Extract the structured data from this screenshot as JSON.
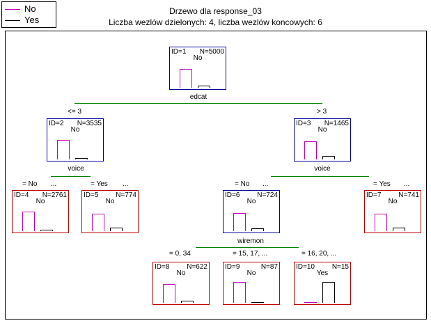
{
  "legend": {
    "items": [
      {
        "label": "No",
        "color": "#c000c0"
      },
      {
        "label": "Yes",
        "color": "#000000"
      }
    ]
  },
  "title": {
    "line1": "Drzewo dla response_03",
    "line2": "Liczba wezlów dzielonych: 4, liczba wezlów koncowych: 6"
  },
  "colors": {
    "split_node": "#0000a0",
    "terminal_node": "#c00000",
    "split_line": "#008000",
    "no_bar": "#c000c0",
    "yes_bar": "#000000"
  },
  "nodes": [
    {
      "id_label": "ID=1",
      "n_label": "N=5000",
      "pred": "No",
      "terminal": false,
      "no_frac": 0.9,
      "yes_frac": 0.1
    },
    {
      "id_label": "ID=2",
      "n_label": "N=3535",
      "pred": "No",
      "terminal": false,
      "no_frac": 0.92,
      "yes_frac": 0.08
    },
    {
      "id_label": "ID=3",
      "n_label": "N=1465",
      "pred": "No",
      "terminal": false,
      "no_frac": 0.85,
      "yes_frac": 0.15
    },
    {
      "id_label": "ID=4",
      "n_label": "N=2761",
      "pred": "No",
      "terminal": true,
      "no_frac": 0.94,
      "yes_frac": 0.06
    },
    {
      "id_label": "ID=5",
      "n_label": "N=774",
      "pred": "No",
      "terminal": true,
      "no_frac": 0.83,
      "yes_frac": 0.17
    },
    {
      "id_label": "ID=6",
      "n_label": "N=724",
      "pred": "No",
      "terminal": false,
      "no_frac": 0.88,
      "yes_frac": 0.12
    },
    {
      "id_label": "ID=7",
      "n_label": "N=741",
      "pred": "No",
      "terminal": true,
      "no_frac": 0.82,
      "yes_frac": 0.18
    },
    {
      "id_label": "ID=8",
      "n_label": "N=622",
      "pred": "No",
      "terminal": true,
      "no_frac": 0.91,
      "yes_frac": 0.09
    },
    {
      "id_label": "ID=9",
      "n_label": "N=87",
      "pred": "No",
      "terminal": true,
      "no_frac": 1.0,
      "yes_frac": 0.0
    },
    {
      "id_label": "ID=10",
      "n_label": "N=15",
      "pred": "Yes",
      "terminal": true,
      "no_frac": 0.0,
      "yes_frac": 1.0
    }
  ],
  "splits": [
    {
      "variable": "edcat",
      "left_label": "<= 3",
      "right_label": "> 3"
    },
    {
      "variable": "voice",
      "left_label": "= No",
      "left_more": "...",
      "right_label": "= Yes",
      "right_more": "..."
    },
    {
      "variable": "voice",
      "left_label": "= No",
      "left_more": "...",
      "right_label": "= Yes",
      "right_more": "..."
    },
    {
      "variable": "wiremon",
      "left_label": "= 0, 34",
      "mid_label": "= 15, 17, ...",
      "right_label": "= 16, 20, ..."
    }
  ]
}
